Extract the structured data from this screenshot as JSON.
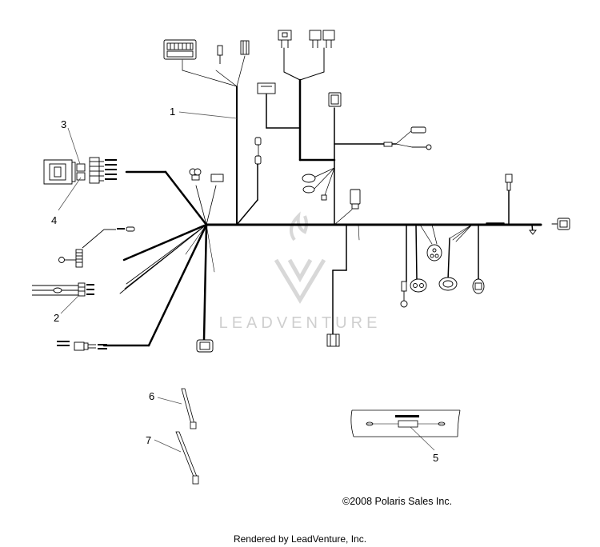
{
  "diagram": {
    "callouts": [
      "1",
      "2",
      "3",
      "4",
      "5",
      "6",
      "7"
    ],
    "copyright": "©2008 Polaris Sales Inc.",
    "watermark": "LEADVENTURE",
    "footer": "Rendered by LeadVenture, Inc."
  },
  "colors": {
    "line": "#000000",
    "leader": "#555555",
    "watermark": "#cfcfcf"
  }
}
